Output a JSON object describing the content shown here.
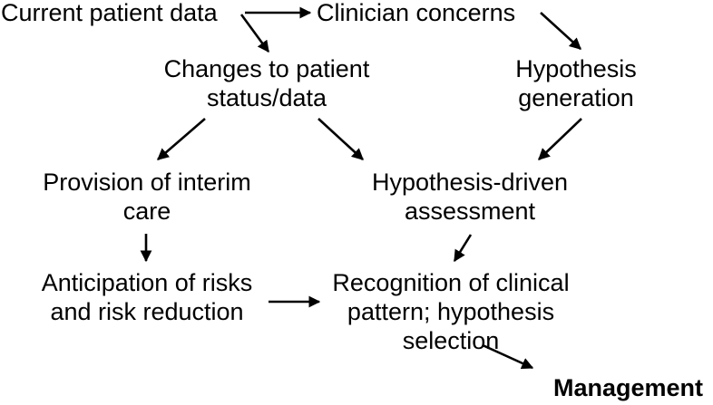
{
  "nodes": {
    "current_patient_data": [
      "Current patient data"
    ],
    "clinician_concerns": [
      "Clinician concerns"
    ],
    "changes_to_patient_status": [
      "Changes to patient",
      "status/data"
    ],
    "hypothesis_generation": [
      "Hypothesis",
      "generation"
    ],
    "provision_of_interim_care": [
      "Provision of interim",
      "care"
    ],
    "hypothesis_driven_assessment": [
      "Hypothesis-driven",
      "assessment"
    ],
    "anticipation_of_risks": [
      "Anticipation of risks",
      "and risk reduction"
    ],
    "recognition_of_clinical_pattern": [
      "Recognition of clinical",
      "pattern; hypothesis",
      "selection"
    ],
    "management": [
      "Management"
    ]
  },
  "edges": [
    [
      "current_patient_data",
      "clinician_concerns"
    ],
    [
      "current_patient_data",
      "changes_to_patient_status"
    ],
    [
      "clinician_concerns",
      "hypothesis_generation"
    ],
    [
      "changes_to_patient_status",
      "provision_of_interim_care"
    ],
    [
      "changes_to_patient_status",
      "hypothesis_driven_assessment"
    ],
    [
      "hypothesis_generation",
      "hypothesis_driven_assessment"
    ],
    [
      "provision_of_interim_care",
      "anticipation_of_risks"
    ],
    [
      "hypothesis_driven_assessment",
      "recognition_of_clinical_pattern"
    ],
    [
      "anticipation_of_risks",
      "recognition_of_clinical_pattern"
    ],
    [
      "recognition_of_clinical_pattern",
      "management"
    ]
  ],
  "colors": {
    "text": "#000000",
    "arrow": "#000000",
    "background": "#ffffff"
  }
}
